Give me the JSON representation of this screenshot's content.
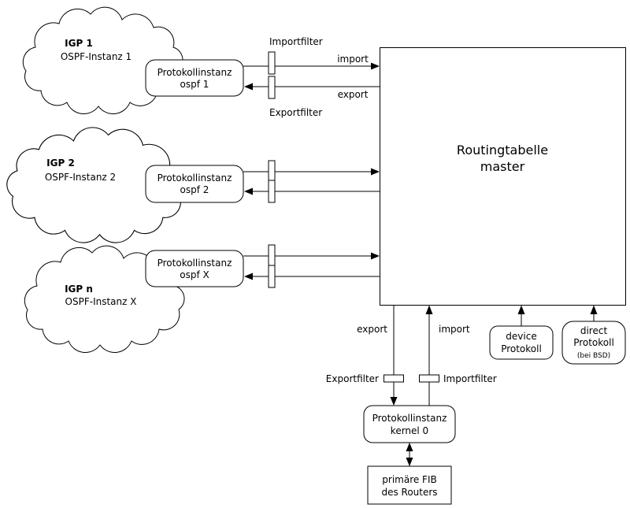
{
  "diagram": {
    "clouds": [
      {
        "title": "IGP 1",
        "subtitle": "OSPF-Instanz 1"
      },
      {
        "title": "IGP 2",
        "subtitle": "OSPF-Instanz 2"
      },
      {
        "title": "IGP n",
        "subtitle": "OSPF-Instanz X"
      }
    ],
    "protocol_instances": [
      {
        "line1": "Protokollinstanz",
        "line2": "ospf 1"
      },
      {
        "line1": "Protokollinstanz",
        "line2": "ospf 2"
      },
      {
        "line1": "Protokollinstanz",
        "line2": "ospf X"
      }
    ],
    "routing_table": {
      "line1": "Routingtabelle",
      "line2": "master"
    },
    "top_labels": {
      "importfilter": "Importfilter",
      "import": "import",
      "export": "export",
      "exportfilter": "Exportfilter"
    },
    "bottom_labels": {
      "export": "export",
      "import": "import",
      "exportfilter": "Exportfilter",
      "importfilter": "Importfilter"
    },
    "kernel_instance": {
      "line1": "Protokollinstanz",
      "line2": "kernel 0"
    },
    "fib": {
      "line1": "primäre FIB",
      "line2": "des Routers"
    },
    "device_protocol": {
      "line1": "device",
      "line2": "Protokoll"
    },
    "direct_protocol": {
      "line1": "direct",
      "line2": "Protokoll",
      "note": "(bei BSD)"
    }
  }
}
